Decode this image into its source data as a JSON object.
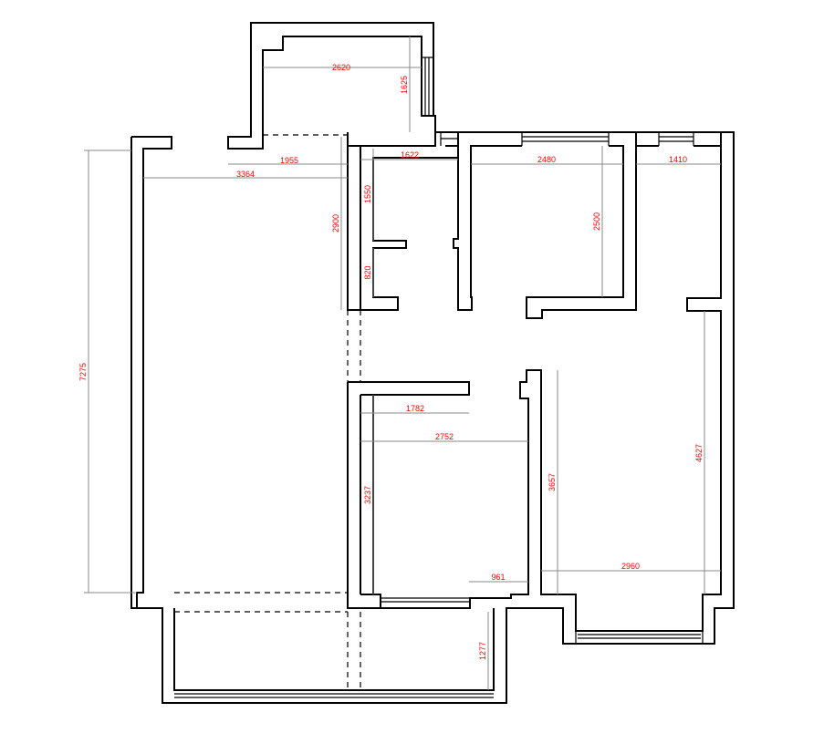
{
  "colors": {
    "wall": "#000000",
    "dimension_line": "#8a8a8a",
    "dimension_text": "#ff0000",
    "background": "#ffffff"
  },
  "dimensions": {
    "d2620": "2620",
    "d1625": "1625",
    "d1955": "1955",
    "d3364": "3364",
    "d1622": "1622",
    "d2480": "2480",
    "d1410": "1410",
    "d1550": "1550",
    "d2900": "2900",
    "d2500": "2500",
    "d820": "820",
    "d7275": "7275",
    "d1782": "1782",
    "d2752": "2752",
    "d3237": "3237",
    "d3657": "3657",
    "d4627": "4627",
    "d2960": "2960",
    "d961": "961",
    "d1277": "1277"
  }
}
